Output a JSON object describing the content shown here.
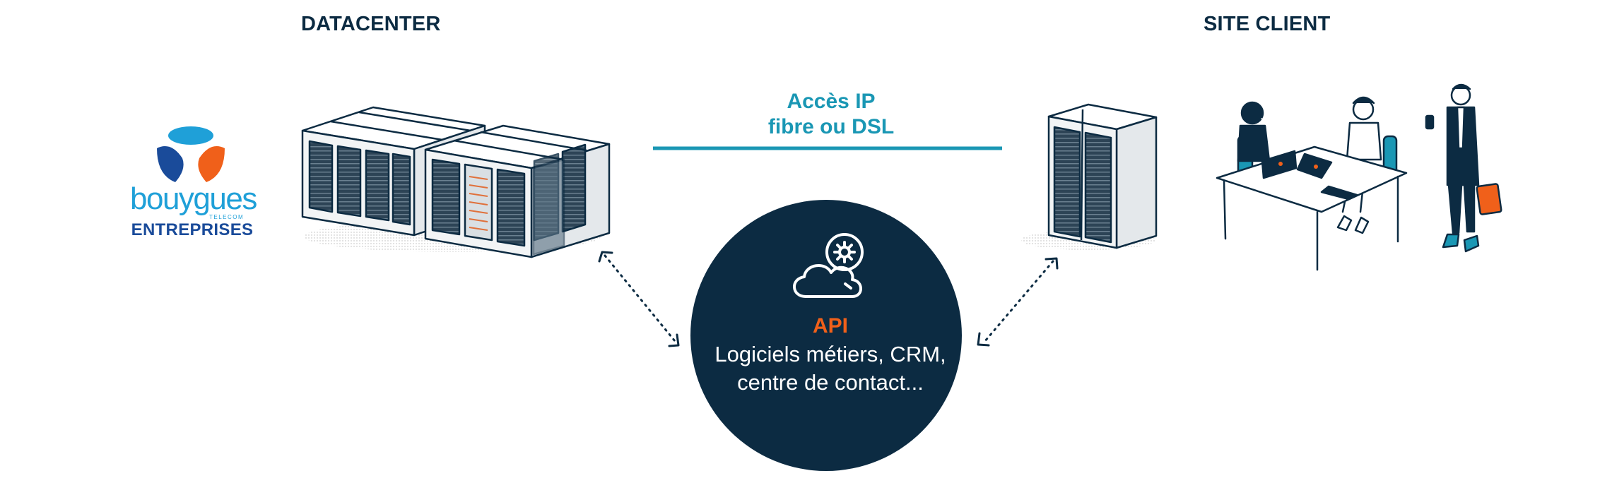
{
  "headings": {
    "datacenter": "DATACENTER",
    "site_client": "SITE CLIENT"
  },
  "connection": {
    "line1": "Accès IP",
    "line2": "fibre ou DSL"
  },
  "hub": {
    "title": "API",
    "line1": "Logiciels métiers, CRM,",
    "line2": "centre de contact..."
  },
  "logo": {
    "word": "bouygues",
    "small": "TELECOM",
    "sub": "ENTREPRISES"
  },
  "colors": {
    "navy": "#0c2b42",
    "teal": "#1a97b4",
    "orange": "#f0601a",
    "logo_blue": "#1fa0d8",
    "logo_dark_blue": "#1a4b9a"
  },
  "icons": [
    "cloud-gear-icon",
    "server-rack-icon",
    "office-team-icon",
    "dotted-arrow-icon"
  ]
}
